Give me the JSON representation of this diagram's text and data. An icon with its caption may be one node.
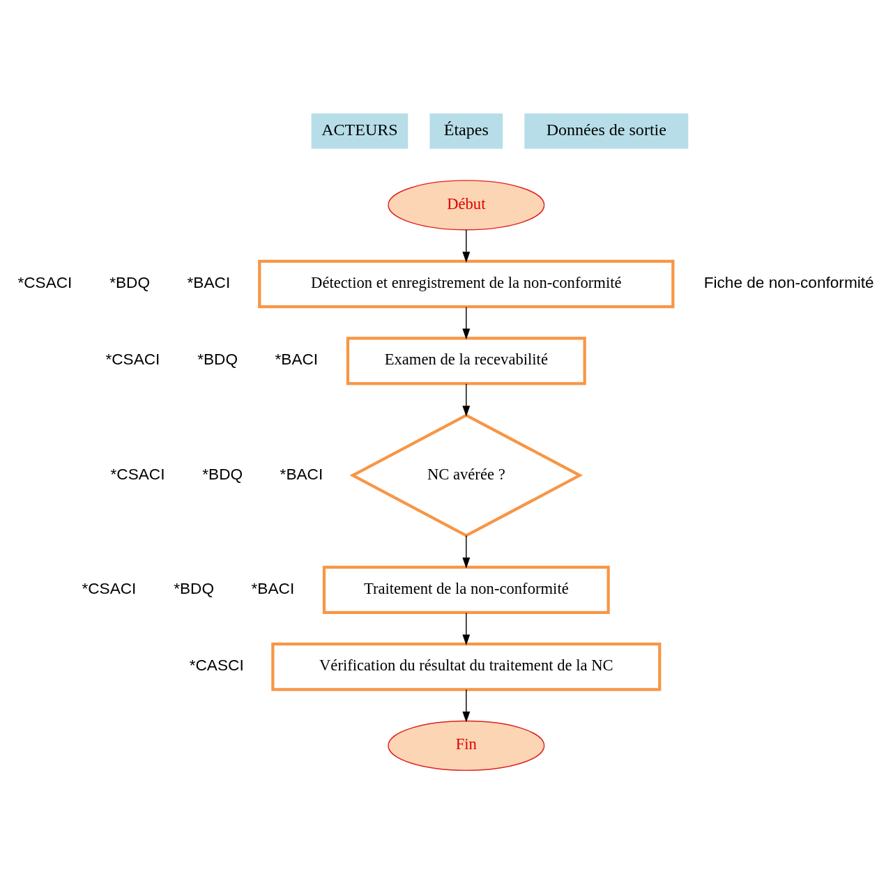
{
  "diagram": {
    "nodes": [
      {
        "text": [
          "Début"
        ]
      },
      {
        "text": [
          "Détection et enregistrement de la non-conformité"
        ]
      },
      {
        "text": [
          "Examen de la recevabilité"
        ]
      },
      {
        "text": [
          "NC avérée ?"
        ]
      },
      {
        "text": [
          "Traitement de la non-conformité"
        ]
      },
      {
        "text": [
          "Vérification du résultat du traitement de la NC"
        ]
      },
      {
        "text": [
          "Fin"
        ]
      }
    ],
    "edges": [
      {
        "from": 0,
        "to": 1,
        "arrow": "to"
      },
      {
        "from": 1,
        "to": 2,
        "arrow": "to"
      },
      {
        "from": 2,
        "to": 3,
        "arrow": "to"
      },
      {
        "from": 3,
        "to": 4,
        "arrow": "to"
      },
      {
        "from": 4,
        "to": 5,
        "arrow": "to"
      },
      {
        "from": 5,
        "to": 6,
        "arrow": "to"
      }
    ],
    "labels": [
      "ACTEURS",
      "Étapes",
      "Données de sortie",
      "*CSACI",
      "*BDQ",
      "*BACI",
      "Fiche de non-conformité",
      "*CSACI",
      "*BDQ",
      "*BACI",
      "*CSACI",
      "*BDQ",
      "*BACI",
      "*CSACI",
      "*BDQ",
      "*BACI",
      "*CASCI"
    ]
  }
}
